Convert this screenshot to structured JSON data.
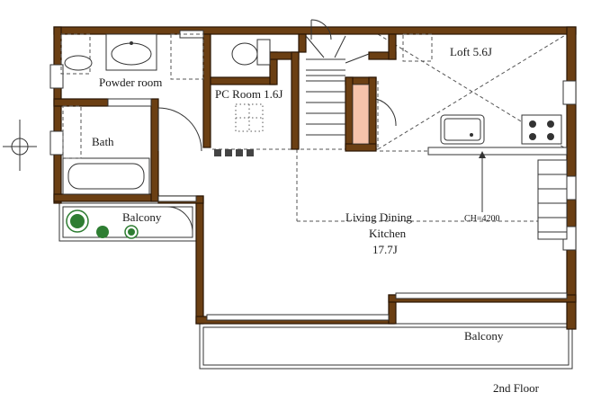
{
  "rooms": {
    "powder_room": "Powder room",
    "pc_room": "PC Room 1.6J",
    "bath": "Bath",
    "loft": "Loft 5.6J",
    "balcony_small": "Balcony",
    "ldk_line1": "Living Dining",
    "ldk_line2": "Kitchen",
    "ldk_line3": "17.7J",
    "balcony_large": "Balcony"
  },
  "annotations": {
    "ceiling_height": "CH=4200",
    "floor": "2nd Floor"
  },
  "colors": {
    "wall": "#6b3f13",
    "stair_highlight": "#f6c3ab",
    "plant": "#2e7d32"
  },
  "icons": {
    "compass": "compass-icon",
    "stove": "stove-icon",
    "sink": "sink-icon"
  }
}
